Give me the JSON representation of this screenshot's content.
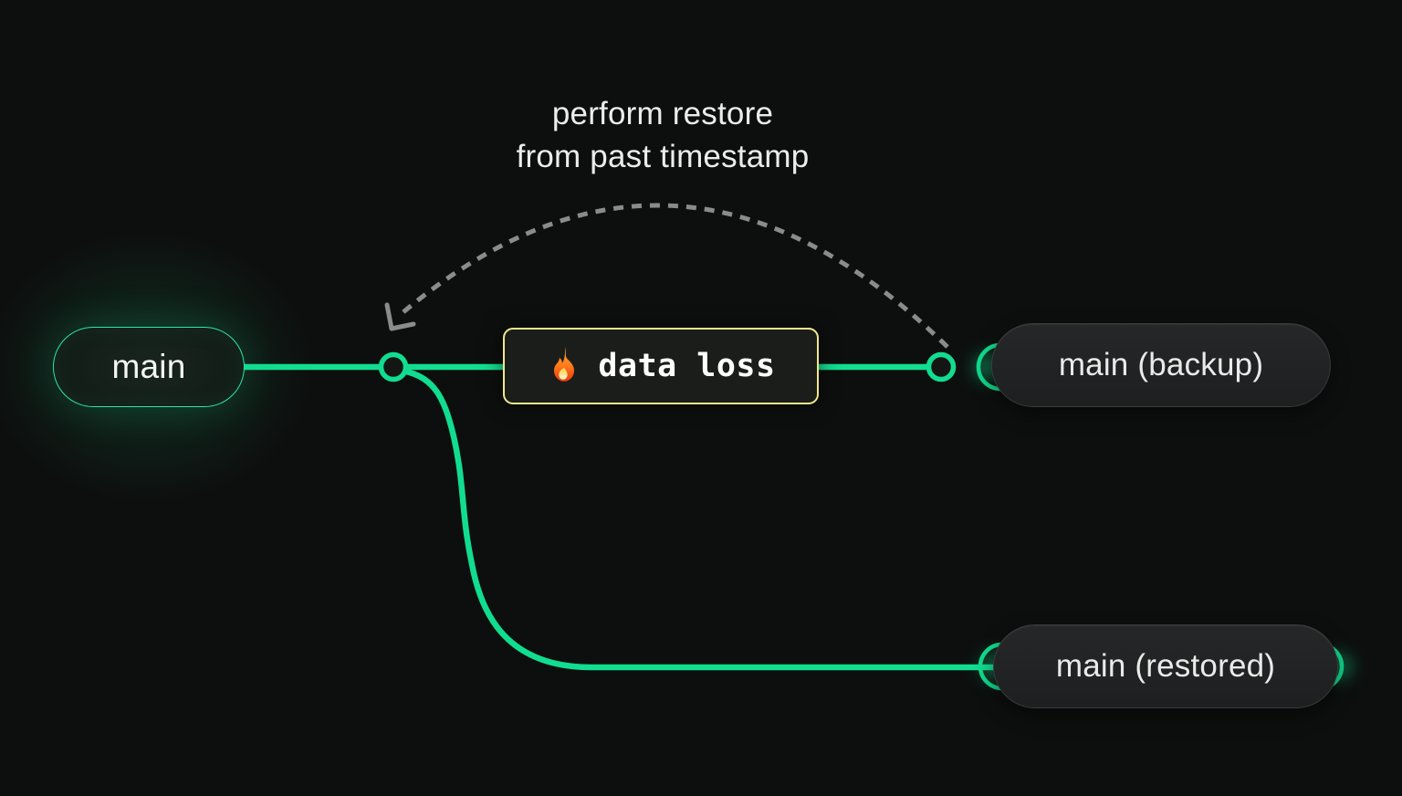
{
  "theme": {
    "bg": "#0d0f0e",
    "green": "#11dd90",
    "green-border": "#2de8a3",
    "yellow": "#efe88b",
    "dash-gray": "#8b8b8b",
    "text-primary": "#f4f6f4",
    "text-secondary": "#e9ebe9",
    "node-fill": "#141614",
    "event-bg": "#1b1d1a"
  },
  "annotation": {
    "line1": "perform restore",
    "line2": "from past timestamp"
  },
  "nodes": {
    "main": {
      "label": "main"
    },
    "backup": {
      "label": "main (backup)"
    },
    "restored": {
      "label": "main (restored)"
    }
  },
  "event": {
    "icon": "fire-icon",
    "label": "data loss"
  }
}
